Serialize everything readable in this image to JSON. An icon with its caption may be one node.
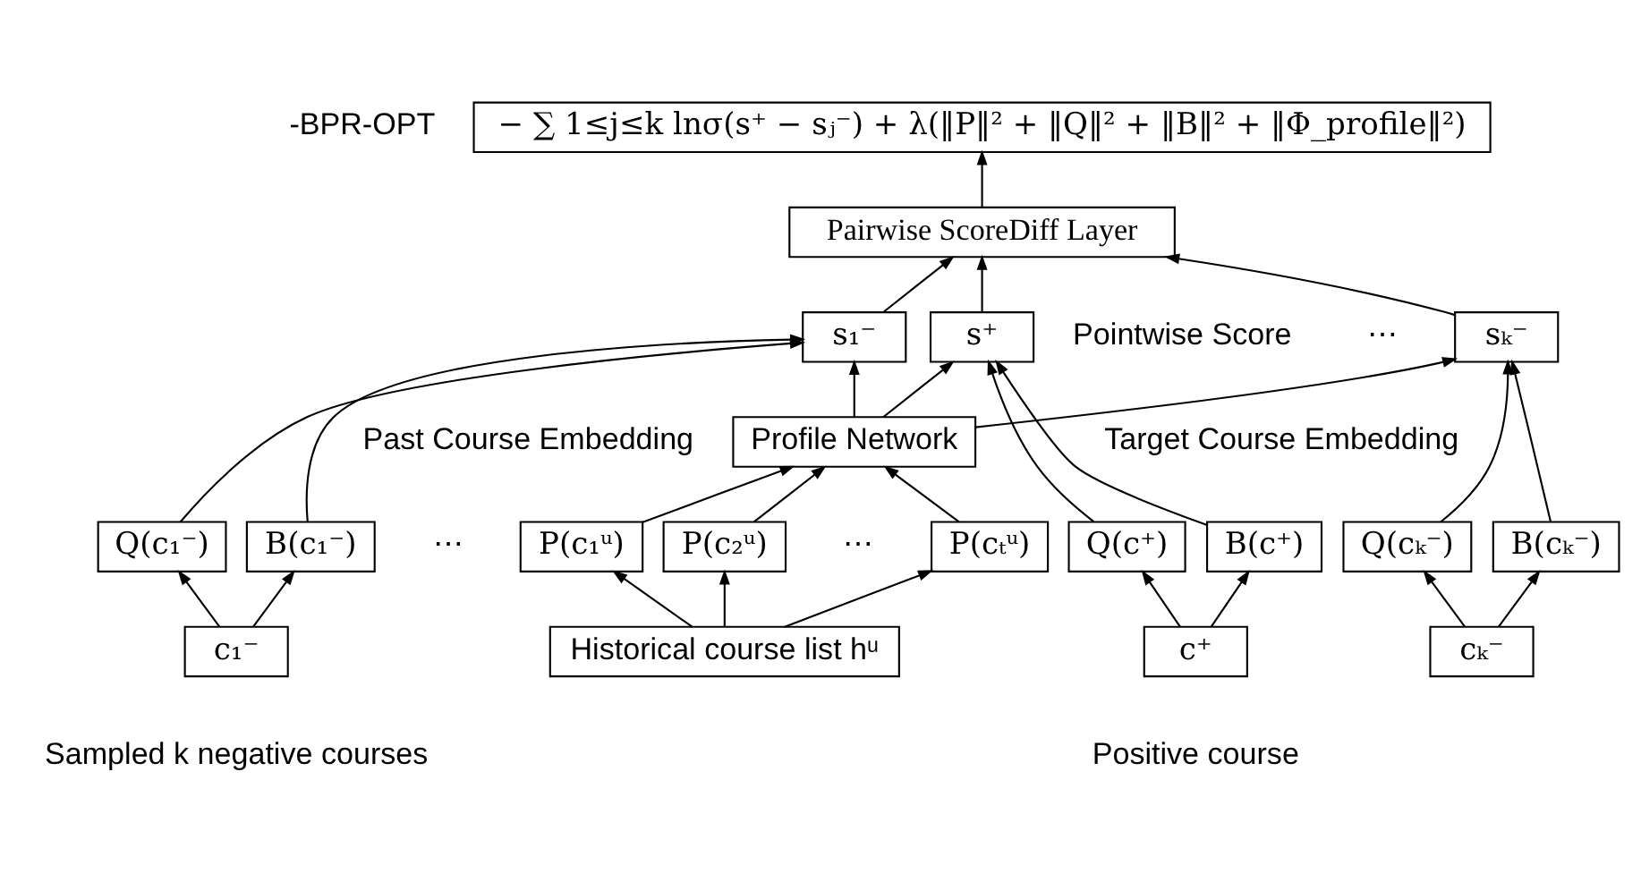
{
  "diagram": {
    "nodes": [
      {
        "text": [
          "− ∑ 1≤j≤k lnσ(s⁺ − sⱼ⁻) + λ(‖P‖² + ‖Q‖² + ‖B‖² + ‖Φ_profile‖²)"
        ],
        "beside": [
          "-BPR-OPT"
        ]
      },
      {
        "text": [
          "Pairwise ScoreDiff Layer"
        ]
      },
      {
        "text": [
          "s⁺"
        ]
      },
      {
        "text": [
          "s₁⁻"
        ]
      },
      {
        "text": [
          "sₖ⁻"
        ]
      },
      {
        "text": [
          "Profile Network"
        ]
      },
      {
        "text": [
          "P(c₁ᵘ)"
        ]
      },
      {
        "text": [
          "P(c₂ᵘ)"
        ]
      },
      {
        "text": [
          "P(cₜᵘ)"
        ]
      },
      {
        "text": [
          "Q(c⁺)"
        ]
      },
      {
        "text": [
          "B(c⁺)"
        ]
      },
      {
        "text": [
          "Q(c₁⁻)"
        ]
      },
      {
        "text": [
          "B(c₁⁻)"
        ]
      },
      {
        "text": [
          "Q(cₖ⁻)"
        ]
      },
      {
        "text": [
          "B(cₖ⁻)"
        ]
      },
      {
        "text": [
          "Historical course list hᵘ"
        ]
      },
      {
        "text": [
          "c⁺"
        ]
      },
      {
        "text": [
          "c₁⁻"
        ]
      },
      {
        "text": [
          "cₖ⁻"
        ]
      }
    ],
    "edges": [
      {
        "from": 1,
        "to": 0,
        "arrow": "to"
      },
      {
        "from": 2,
        "to": 1,
        "arrow": "to"
      },
      {
        "from": 3,
        "to": 1,
        "arrow": "to"
      },
      {
        "from": 4,
        "to": 1,
        "arrow": "to"
      },
      {
        "from": 5,
        "to": 2,
        "arrow": "to"
      },
      {
        "from": 5,
        "to": 3,
        "arrow": "to"
      },
      {
        "from": 5,
        "to": 4,
        "arrow": "to"
      },
      {
        "from": 9,
        "to": 2,
        "arrow": "to"
      },
      {
        "from": 10,
        "to": 2,
        "arrow": "to"
      },
      {
        "from": 11,
        "to": 3,
        "arrow": "to"
      },
      {
        "from": 12,
        "to": 3,
        "arrow": "to"
      },
      {
        "from": 13,
        "to": 4,
        "arrow": "to"
      },
      {
        "from": 14,
        "to": 4,
        "arrow": "to"
      },
      {
        "from": 6,
        "to": 5,
        "arrow": "to"
      },
      {
        "from": 7,
        "to": 5,
        "arrow": "to"
      },
      {
        "from": 8,
        "to": 5,
        "arrow": "to"
      },
      {
        "from": 15,
        "to": 6,
        "arrow": "to"
      },
      {
        "from": 15,
        "to": 7,
        "arrow": "to"
      },
      {
        "from": 15,
        "to": 8,
        "arrow": "to"
      },
      {
        "from": 16,
        "to": 9,
        "arrow": "to"
      },
      {
        "from": 16,
        "to": 10,
        "arrow": "to"
      },
      {
        "from": 17,
        "to": 11,
        "arrow": "to"
      },
      {
        "from": 17,
        "to": 12,
        "arrow": "to"
      },
      {
        "from": 18,
        "to": 13,
        "arrow": "to"
      },
      {
        "from": 18,
        "to": 14,
        "arrow": "to"
      }
    ],
    "labels": [
      "Pointwise Score",
      "⋯",
      "Past Course Embedding",
      "Target Course Embedding",
      "⋯",
      "⋯",
      "Positive course",
      "Sampled k negative courses"
    ]
  }
}
